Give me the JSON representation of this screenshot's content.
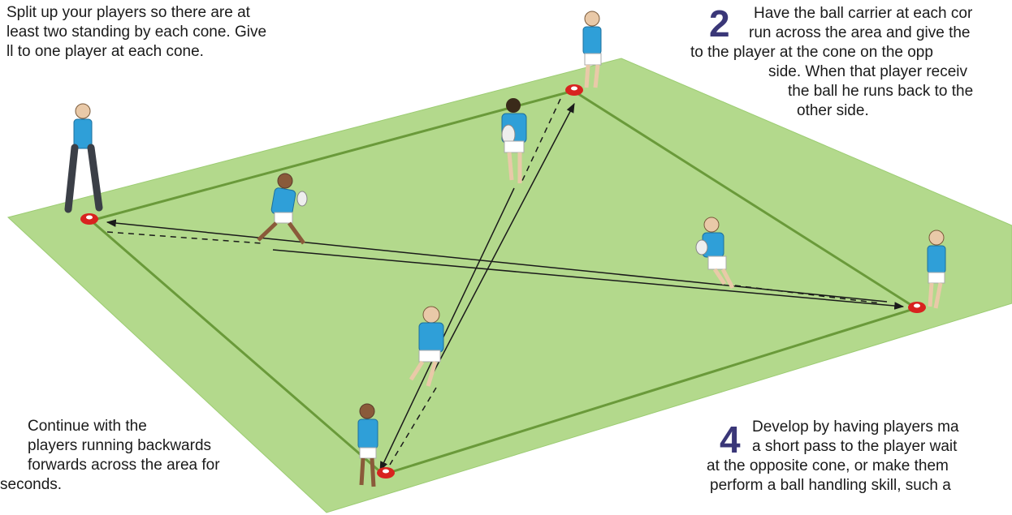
{
  "steps": [
    {
      "number": "",
      "lines": [
        "Split up your players so there are at",
        "least two standing by each cone. Give",
        "ll to one player at each cone."
      ]
    },
    {
      "number": "2",
      "lines": [
        "Have the ball carrier at each cor",
        "run across the area and give the",
        "to the player at the cone on the opp",
        "side. When that player receiv",
        "the ball he runs back to the",
        "other side."
      ]
    },
    {
      "number": "",
      "lines": [
        "Continue with the",
        "players running backwards",
        "forwards across the area for",
        "seconds."
      ]
    },
    {
      "number": "4",
      "lines": [
        "Develop by having players ma",
        "a short pass to the player wait",
        "at the opposite cone, or make them",
        "perform a ball handling skill, such a"
      ]
    }
  ],
  "colors": {
    "pitch_fill": "#b3d98c",
    "pitch_line": "#6a9a3a",
    "shirt": "#2f9fd8",
    "cone": "#d8231f",
    "step_number": "#3a3778"
  }
}
